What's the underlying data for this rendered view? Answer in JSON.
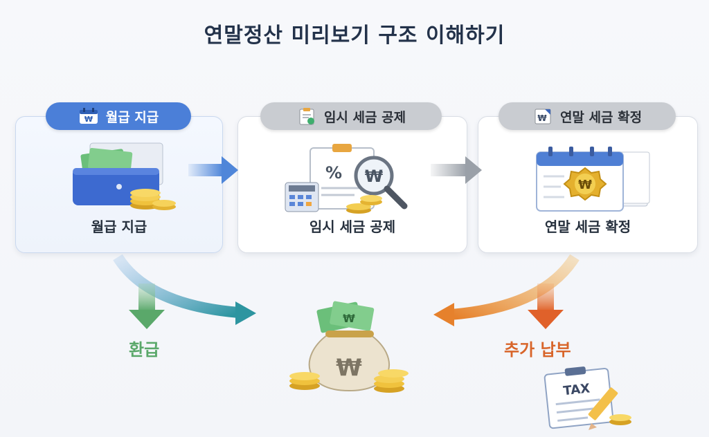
{
  "title": "연말정산 미리보기 구조 이해하기",
  "steps": [
    {
      "pill_label": "월급 지급",
      "card_label": "월급 지급",
      "pill_icon": "payroll-calendar-icon",
      "illustration": "wallet-icon"
    },
    {
      "pill_label": "임시 세금 공제",
      "card_label": "임시 세금 공제",
      "pill_icon": "clipboard-icon",
      "illustration": "magnifier-clipboard-icon"
    },
    {
      "pill_label": "연말 세금 확정",
      "card_label": "연말 세금 확정",
      "pill_icon": "document-won-icon",
      "illustration": "calendar-badge-icon"
    }
  ],
  "outcomes": {
    "refund_label": "환급",
    "additional_payment_label": "추가 납부",
    "tax_sheet_text": "TAX"
  },
  "colors": {
    "pill_blue": "#4b7fd8",
    "pill_gray": "#c9ccd1",
    "refund_green": "#5aa86a",
    "payment_orange": "#e0782a",
    "arrow_blue": "#4f86d9",
    "arrow_gray": "#9aa0a8",
    "arrow_teal": "#3f9aa6"
  },
  "currency_symbol": "₩"
}
